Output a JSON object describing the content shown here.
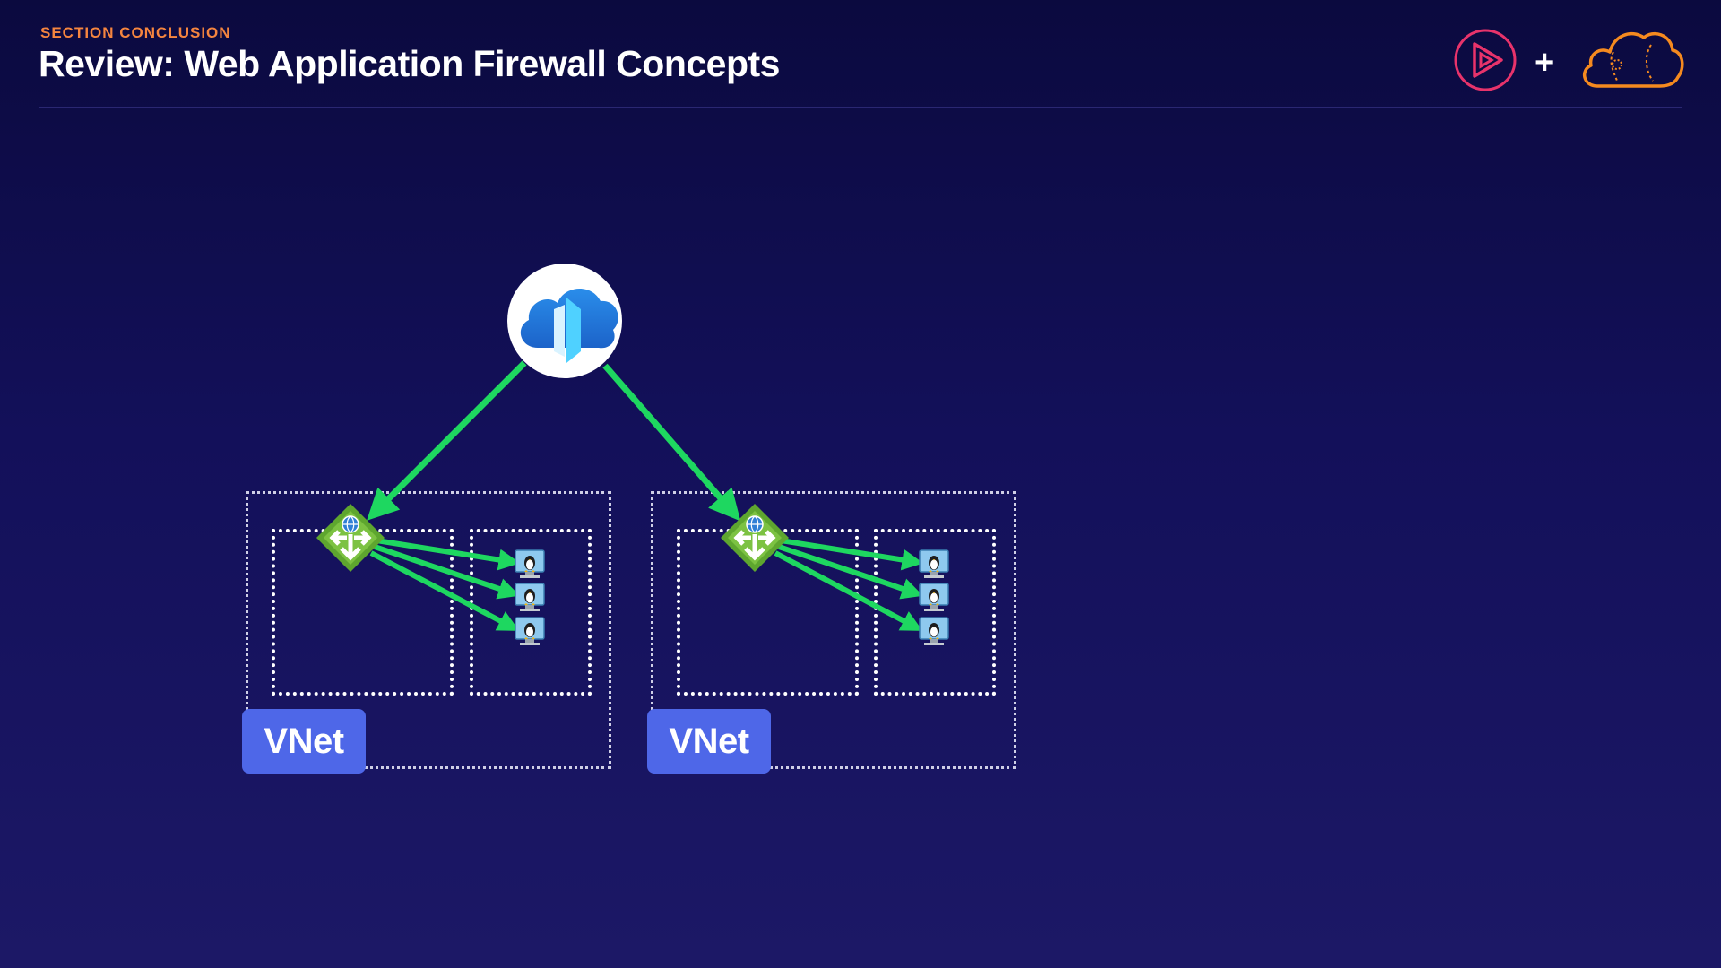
{
  "header": {
    "eyebrow": "SECTION CONCLUSION",
    "title": "Review: Web Application Firewall Concepts",
    "plus": "+"
  },
  "colors": {
    "eyebrow": "#f5853f",
    "arrow": "#1ed760",
    "vnet_label_bg": "#4e67e8",
    "play_logo": "#e8336b",
    "cloud_logo": "#f58a1f"
  },
  "diagram": {
    "top_node": {
      "icon": "azure-front-door-icon"
    },
    "vnets": [
      {
        "label": "VNet",
        "gateway_icon": "application-gateway-icon",
        "vm_icon": "linux-vm-icon",
        "vm_count": 3
      },
      {
        "label": "VNet",
        "gateway_icon": "application-gateway-icon",
        "vm_icon": "linux-vm-icon",
        "vm_count": 3
      }
    ]
  }
}
